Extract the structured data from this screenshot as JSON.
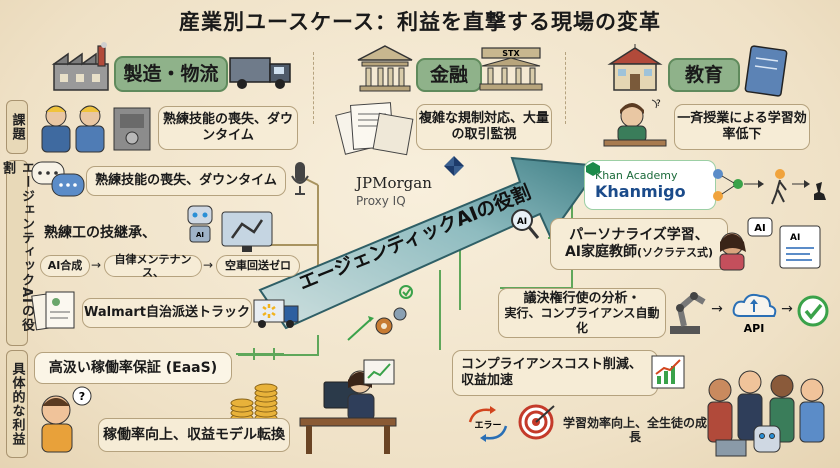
{
  "title": "産業別ユースケース：利益を直撃する現場の変革",
  "sections": {
    "manufacturing": "製造・物流",
    "finance": "金融",
    "education": "教育"
  },
  "side_labels": {
    "challenges": "課題",
    "agentic_role": "エージェンティックAIの役割",
    "benefits": "具体的な利益"
  },
  "challenges": {
    "manufacturing": "熟練技能の喪失、ダウンタイム",
    "finance": "複雑な規制対応、大量の取引監視",
    "education": "一斉授業による学習効率低下"
  },
  "manufacturing_role": {
    "item1": "熟練技能の喪失、ダウンタイム",
    "item2": "熟練工の技継承、",
    "chip_ai": "AI合成",
    "chip_maint": "自律メンテナンス、",
    "chip_trip": "空車回送ゼロ",
    "item3": "Walmart自治派送トラック",
    "ai_badge": "AI"
  },
  "center_arrow_label": "エージェンティックAIの役割",
  "jpmorgan": {
    "name": "JPMorgan",
    "sub": "Proxy IQ"
  },
  "stx_sign": "STX",
  "khan": {
    "brand": "Khan Academy",
    "product": "Khanmigo"
  },
  "education_role": {
    "line1": "パーソナライズ学習、",
    "line2": "AI家庭教師",
    "line2_sub": "(ソクラテス式)",
    "ai_badge": "AI",
    "ai_doc": "AI"
  },
  "finance_role": {
    "line1": "議決権行使の分析・",
    "line2": "実行、コンプライアンス自動化",
    "api": "API"
  },
  "benefits": {
    "manufacturing_main": "高汲い稼働率保証 (EaaS)",
    "manufacturing_sub": "稼働率向上、収益モデル転換",
    "finance_line1": "コンプライアンスコスト削減、",
    "finance_line2": "収益加速",
    "error_label": "エラー",
    "education": "学習効率向上、全生徒の成長"
  },
  "colors": {
    "section_green": "#8fb28a",
    "box_bg": "#f6ecd6",
    "arrow_teal": "#3f7f86",
    "accent_green": "#3aa24a"
  }
}
